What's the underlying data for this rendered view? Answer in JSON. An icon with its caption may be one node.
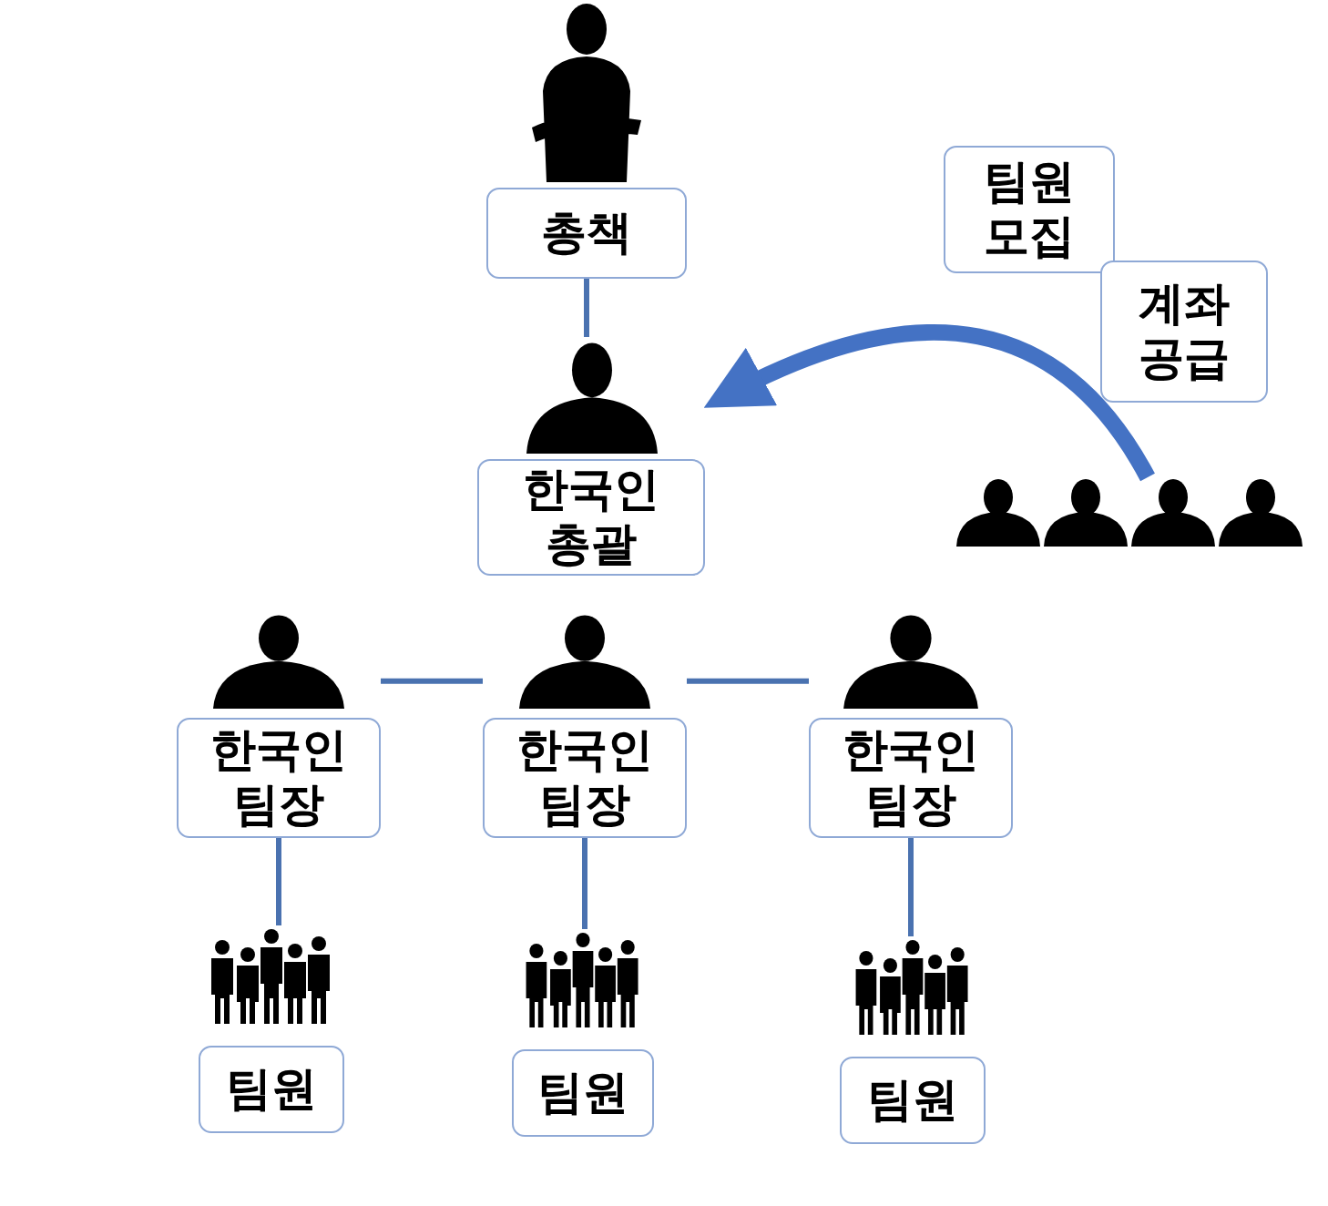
{
  "diagram": {
    "nodes": [
      {
        "text": [
          "총책"
        ]
      },
      {
        "text": [
          "한국인 총괄"
        ]
      },
      {
        "text": [
          "한국인 팀장"
        ]
      },
      {
        "text": [
          "한국인 팀장"
        ]
      },
      {
        "text": [
          "한국인 팀장"
        ]
      },
      {
        "text": [
          "팀원"
        ]
      },
      {
        "text": [
          "팀원"
        ]
      },
      {
        "text": [
          "팀원"
        ]
      },
      {
        "text": [
          "팀원 모집"
        ]
      },
      {
        "text": [
          "계좌 공급"
        ]
      },
      {
        "text": [],
        "shape": "person"
      }
    ],
    "edges": [
      {
        "from": 0,
        "to": 1,
        "arrow": "none"
      },
      {
        "from": 2,
        "to": 3,
        "arrow": "none"
      },
      {
        "from": 3,
        "to": 4,
        "arrow": "none"
      },
      {
        "from": 2,
        "to": 5,
        "arrow": "none"
      },
      {
        "from": 3,
        "to": 6,
        "arrow": "none"
      },
      {
        "from": 4,
        "to": 7,
        "arrow": "none"
      },
      {
        "from": 10,
        "to": 1,
        "arrow": "to",
        "style": "thick",
        "color": "#4472c4"
      }
    ]
  }
}
